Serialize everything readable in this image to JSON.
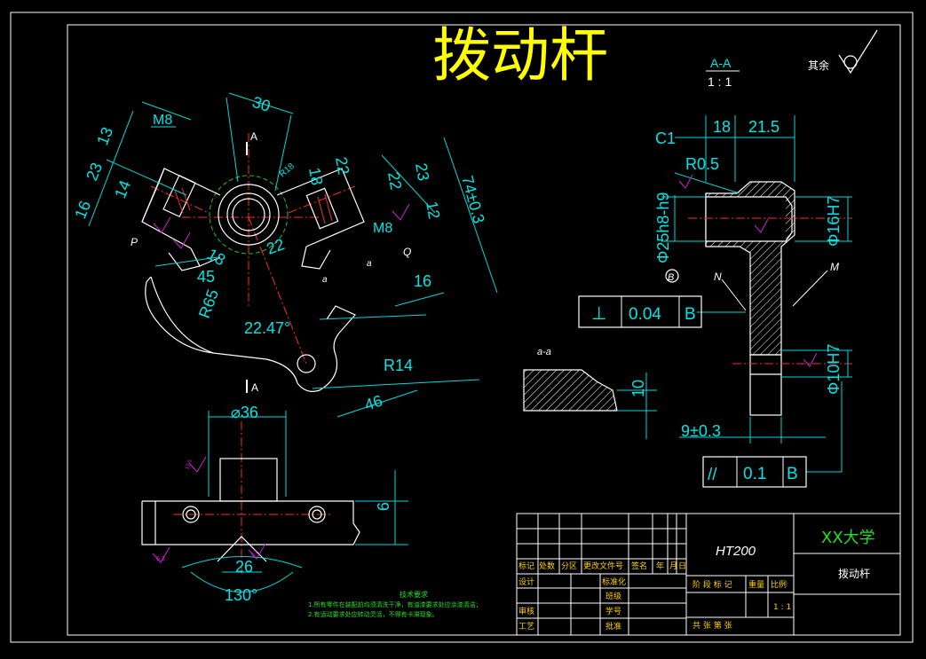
{
  "drawing": {
    "title": "拨动杆",
    "section_label": "A-A",
    "section_scale": "1 : 1",
    "roughness_note": "其余"
  },
  "dims_top_view": {
    "d30": "30",
    "m8_left": "M8",
    "d13": "13",
    "d23_left": "23",
    "d14": "14",
    "d16_left": "16",
    "r18": "R18",
    "d18": "18",
    "d22a": "22",
    "d22b": "22",
    "d23_right": "23",
    "d12": "12",
    "d74": "74±0.3",
    "m8_right": "M8",
    "q": "Q",
    "p": "P",
    "d16": "16",
    "d45": "45",
    "r65": "R65",
    "d18b": "18",
    "d22c": "22",
    "angle": "22.47°",
    "r14": "R14",
    "d46": "46",
    "a_top": "A",
    "a_bottom": "A",
    "a_small1": "a",
    "a_small2": "a"
  },
  "dims_front_view": {
    "d36": "⌀36",
    "d9": "9",
    "d26": "26",
    "d130": "130°",
    "ra1": "12.5",
    "ra2": "6.3",
    "ra3": "3.2"
  },
  "dims_section": {
    "c1": "C1",
    "d18": "18",
    "d215": "21.5",
    "r05": "R0.5",
    "phi25": "Φ25h8-h9",
    "phi16": "Φ16H7",
    "b_datum": "B",
    "n": "N",
    "m": "M",
    "phi10": "Φ10H7",
    "d9": "9±0.3",
    "d10": "10",
    "aa": "a-a"
  },
  "tolerances": {
    "perp_symbol": "⊥",
    "perp_value": "0.04",
    "perp_datum": "B",
    "par_symbol": "//",
    "par_value": "0.1",
    "par_datum": "B"
  },
  "notes": {
    "title": "技术要求",
    "line1": "1.所有零件在装配前均须清洗干净，有油漆要求处应涂漆清洁；",
    "line2": "2.有运动要求处应转动灵活，不得有卡滞现象。"
  },
  "title_block": {
    "material": "HT200",
    "school": "XX大学",
    "part_name": "拨动杆",
    "hdr": [
      "标记",
      "处数",
      "分区",
      "更改文件号",
      "签名",
      "年",
      "月",
      "日"
    ],
    "row_design": "设计",
    "row_std": "标准化",
    "row_review": "审核",
    "row_craft": "工艺",
    "row_batch": "批准",
    "row_seal": "班级",
    "row_num": "学号",
    "stage": "阶 段 标 记",
    "weight": "重量",
    "scale_lbl": "比例",
    "scale": "1 : 1",
    "sheets": "共     张  第    张"
  }
}
